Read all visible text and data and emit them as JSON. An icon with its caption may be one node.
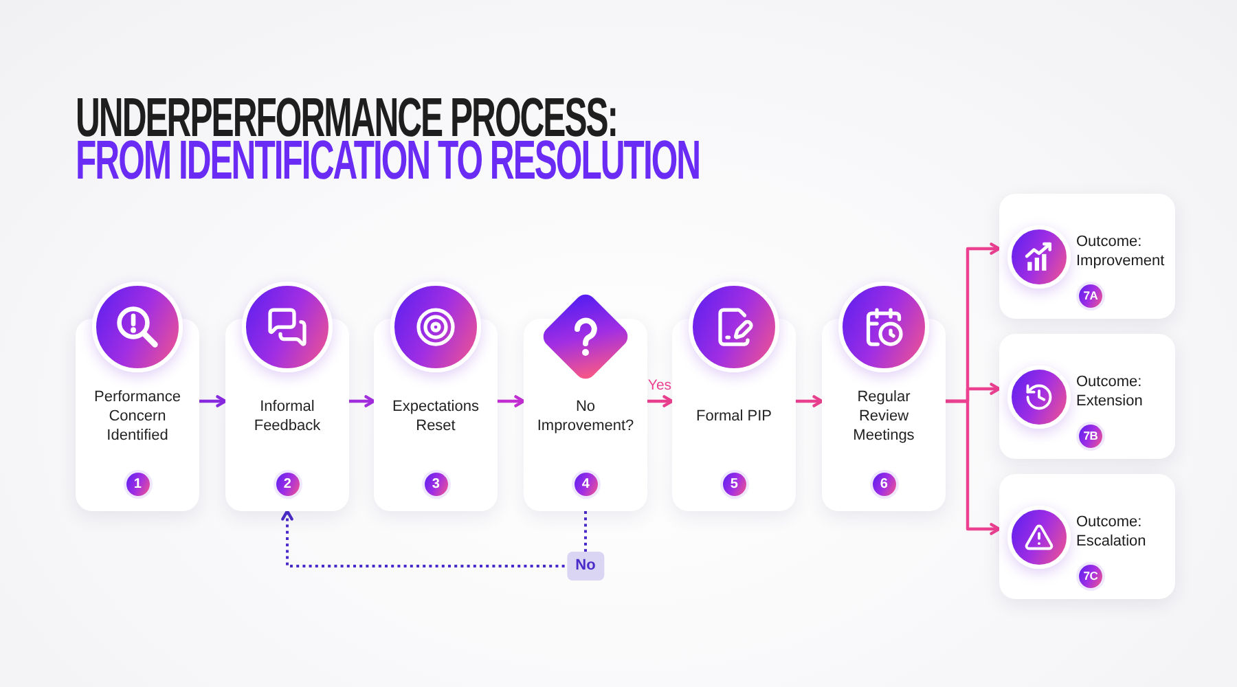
{
  "diagram": {
    "title": "UNDERPERFORMANCE PROCESS: FROM IDENTIFICATION TO RESOLUTION",
    "nodes": [
      {
        "text": [
          "Performance Concern Identified"
        ]
      },
      {
        "text": [
          "1"
        ],
        "in": 0
      },
      {
        "text": [
          "Informal Feedback"
        ]
      },
      {
        "text": [
          "2"
        ],
        "in": 2
      },
      {
        "text": [
          "Expectations Reset"
        ]
      },
      {
        "text": [
          "3"
        ],
        "in": 4
      },
      {
        "text": [
          "No Improvement?"
        ]
      },
      {
        "text": [
          "4"
        ],
        "in": 6
      },
      {
        "text": [
          "Formal PIP"
        ]
      },
      {
        "text": [
          "5"
        ],
        "in": 8
      },
      {
        "text": [
          "Regular Review Meetings"
        ]
      },
      {
        "text": [
          "6"
        ],
        "in": 10
      },
      {
        "text": [
          "Outcome: Improvement"
        ]
      },
      {
        "text": [
          "7A"
        ],
        "in": 12
      },
      {
        "text": [
          "Outcome: Extension"
        ]
      },
      {
        "text": [
          "7B"
        ],
        "in": 14
      },
      {
        "text": [
          "Outcome: Escalation"
        ]
      },
      {
        "text": [
          "7C"
        ],
        "in": 16
      }
    ],
    "edges": [
      {
        "from": 0,
        "to": 2,
        "arrow": "to",
        "color": "#8a2be2"
      },
      {
        "from": 2,
        "to": 4,
        "arrow": "to",
        "color": "#a52fe0"
      },
      {
        "from": 4,
        "to": 6,
        "arrow": "to",
        "color": "#c530d4"
      },
      {
        "from": 6,
        "to": 8,
        "arrow": "to",
        "label": "Yes"
      },
      {
        "from": 8,
        "to": 10,
        "arrow": "to"
      },
      {
        "from": 10,
        "to": 12,
        "arrow": "to"
      },
      {
        "from": 10,
        "to": 14,
        "arrow": "to"
      },
      {
        "from": 10,
        "to": 16,
        "arrow": "to"
      },
      {
        "from": 6,
        "to": 2,
        "arrow": "to",
        "label": "No",
        "style": "dashed",
        "color": "#4a2bc9"
      }
    ]
  }
}
